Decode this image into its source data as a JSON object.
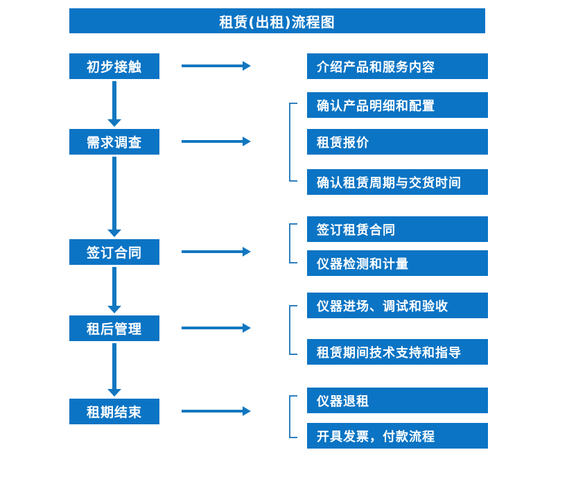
{
  "diagram": {
    "title": "租赁(出租)流程图",
    "colors": {
      "box_fill": "#0B74C4",
      "arrow": "#1277C0",
      "bracket": "#2E7FBF",
      "text": "#FFFFFF",
      "background": "#FFFFFF"
    },
    "stages": [
      {
        "label": "初步接触"
      },
      {
        "label": "需求调查"
      },
      {
        "label": "签订合同"
      },
      {
        "label": "租后管理"
      },
      {
        "label": "租期结束"
      }
    ],
    "details": [
      {
        "label": "介绍产品和服务内容"
      },
      {
        "label": "确认产品明细和配置"
      },
      {
        "label": "租赁报价"
      },
      {
        "label": "确认租赁周期与交货时间"
      },
      {
        "label": "签订租赁合同"
      },
      {
        "label": "仪器检测和计量"
      },
      {
        "label": "仪器进场、调试和验收"
      },
      {
        "label": "租赁期间技术支持和指导"
      },
      {
        "label": "仪器退租"
      },
      {
        "label": "开具发票，付款流程"
      }
    ]
  }
}
